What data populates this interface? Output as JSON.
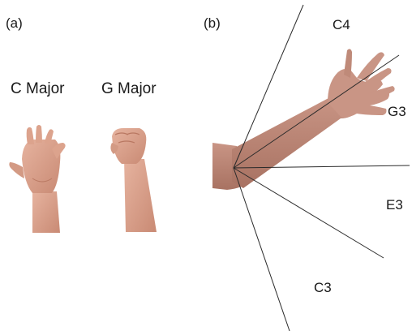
{
  "panel_a": {
    "label": "(a)",
    "chords": [
      {
        "name": "C Major",
        "gesture": "open-palm"
      },
      {
        "name": "G Major",
        "gesture": "closed-fist"
      }
    ]
  },
  "panel_b": {
    "label": "(b)",
    "gesture": "extended-arm",
    "notes": [
      "C4",
      "G3",
      "E3",
      "C3"
    ]
  },
  "colors": {
    "skin": "#d9a08a",
    "skin_shadow": "#b97862",
    "arm": "#b98676",
    "line": "#2a2a2a"
  }
}
